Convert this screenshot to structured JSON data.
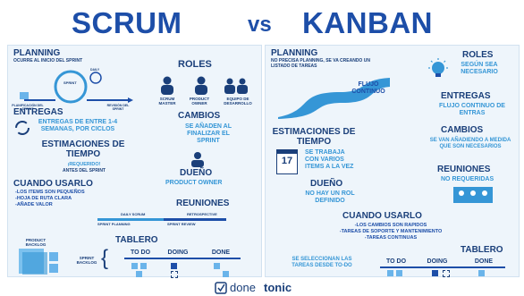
{
  "header": {
    "left_title": "SCRUM",
    "vs": "vs",
    "right_title": "KANBAN"
  },
  "colors": {
    "primary": "#1d4ea8",
    "accent": "#3596d6",
    "panel": "#eef5fb"
  },
  "scrum": {
    "planning": {
      "title": "PLANNING",
      "subtitle": "OCURRE AL INICIO DEL SPRINT",
      "diagram_labels": [
        "PLANIFICACIÓN DEL SPRINT",
        "SPRINT",
        "DAILY",
        "REVISIÓN DEL SPRINT"
      ]
    },
    "roles": {
      "title": "ROLES",
      "items": [
        "SCRUM MASTER",
        "PRODUCT OWNER",
        "EQUIPO DE DESARROLLO"
      ]
    },
    "entregas": {
      "title": "ENTREGAS",
      "text": "ENTREGAS DE ENTRE 1-4 SEMANAS, POR CICLOS"
    },
    "cambios": {
      "title": "CAMBIOS",
      "text": "SE AÑADEN AL FINALIZAR EL SPRINT"
    },
    "estimaciones": {
      "title": "ESTIMACIONES DE TIEMPO",
      "text1": "¡REQUERIDO!",
      "text2": "ANTES DEL SPRINT"
    },
    "dueno": {
      "title": "DUEÑO",
      "text": "PRODUCT OWNER"
    },
    "cuando": {
      "title": "CUANDO USARLO",
      "items": [
        "-LOS ITEMS SON PEQUEÑOS",
        "-HOJA DE RUTA CLARA",
        "-AÑADE VALOR"
      ]
    },
    "reuniones": {
      "title": "REUNIONES",
      "labels": [
        "DAILY SCRUM",
        "RETROSPECTIVE",
        "SPRINT PLANNING",
        "SPRINT REVIEW"
      ]
    },
    "tablero": {
      "title": "TABLERO",
      "backlog": "PRODUCT BACKLOG",
      "sprint_backlog": "SPRINT BACKLOG",
      "cols": [
        "TO DO",
        "DOING",
        "DONE"
      ]
    }
  },
  "kanban": {
    "planning": {
      "title": "PLANNING",
      "text": "NO PRECISA PLANNING, SE VA CREANDO UN LISTADO DE TAREAS"
    },
    "flujo": {
      "text": "FLUJO CONTINUO"
    },
    "roles": {
      "title": "ROLES",
      "text": "SEGÚN SEA NECESARIO"
    },
    "entregas": {
      "title": "ENTREGAS",
      "text": "FLUJO CONTINUO DE ENTRAS"
    },
    "estimaciones": {
      "title": "ESTIMACIONES DE TIEMPO",
      "text": "SE TRABAJA CON VARIOS ITEMS A LA VEZ",
      "calendar_day": "17"
    },
    "cambios": {
      "title": "CAMBIOS",
      "text": "SE VAN AÑADIENDO A MEDIDA QUE SON NECESARIOS"
    },
    "dueno": {
      "title": "DUEÑO",
      "text": "NO HAY UN ROL DEFINIDO"
    },
    "reuniones": {
      "title": "REUNIONES",
      "text": "NO REQUERIDAS"
    },
    "cuando": {
      "title": "CUANDO USARLO",
      "items": [
        "-LOS CAMBIOS SON RAPIDOS",
        "-TAREAS DE SOPORTE Y MANTENIMIENTO",
        "-TAREAS CONTINUAS"
      ]
    },
    "tablero": {
      "title": "TABLERO",
      "text": "SE SELECCIONAN LAS TAREAS DESDE TO-DO",
      "cols": [
        "TO DO",
        "DOING",
        "DONE"
      ]
    }
  },
  "footer": {
    "brand_light": "done",
    "brand_bold": "tonic"
  }
}
